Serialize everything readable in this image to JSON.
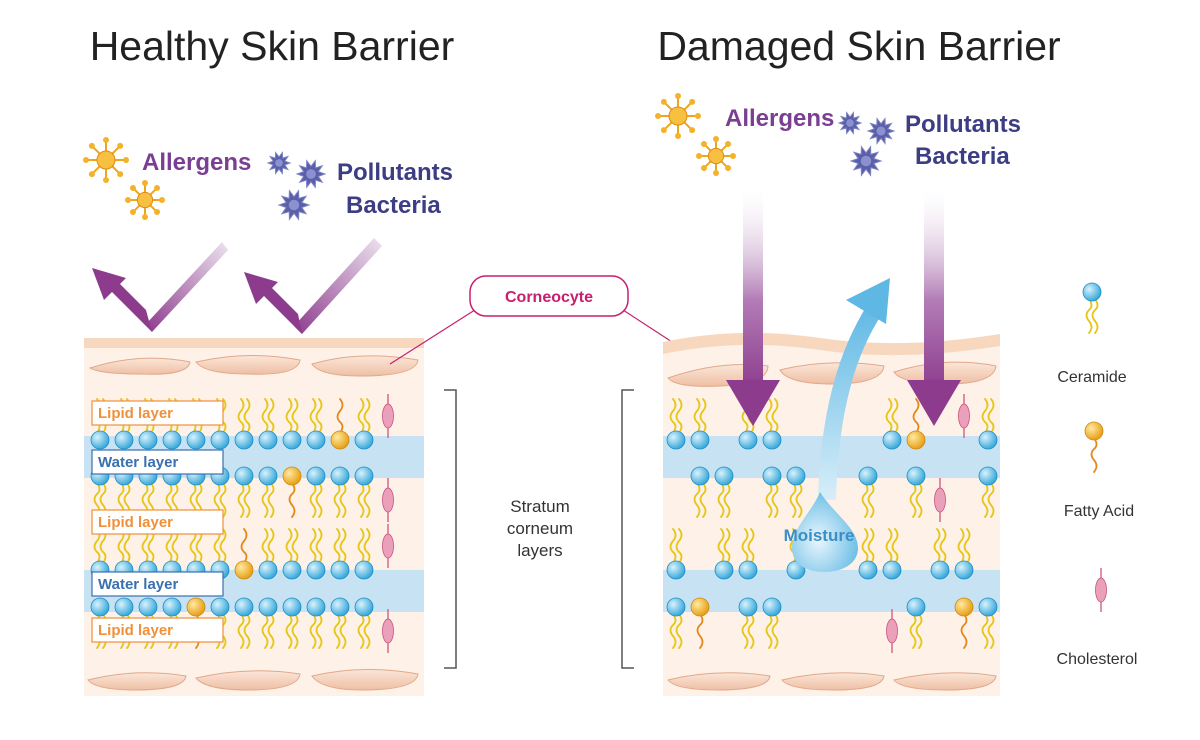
{
  "titles": {
    "healthy": "Healthy Skin Barrier",
    "damaged": "Damaged Skin Barrier"
  },
  "threats": {
    "allergens": "Allergens",
    "pollutants": "Pollutants",
    "bacteria": "Bacteria"
  },
  "callout": {
    "corneocyte": "Corneocyte"
  },
  "layers": {
    "lipid": "Lipid layer",
    "water": "Water layer"
  },
  "moisture": "Moisture",
  "stratum": [
    "Stratum",
    "corneum",
    "layers"
  ],
  "legend": {
    "ceramide": "Ceramide",
    "fatty_acid": "Fatty Acid",
    "cholesterol": "Cholesterol"
  },
  "colors": {
    "allergen_text": "#7a3f92",
    "pollutant_text": "#3c3d83",
    "ceramide": "#4fb6e0",
    "fatty_acid": "#f0b020",
    "cholesterol": "#e58aa8",
    "water_band": "#c7e2f2",
    "corneocyte": "#f7d4bd",
    "arrow_purple": "#8d3c8d",
    "lipid_label": "#f0903a",
    "water_label": "#3a6fb0",
    "callout": "#c81e6e"
  }
}
